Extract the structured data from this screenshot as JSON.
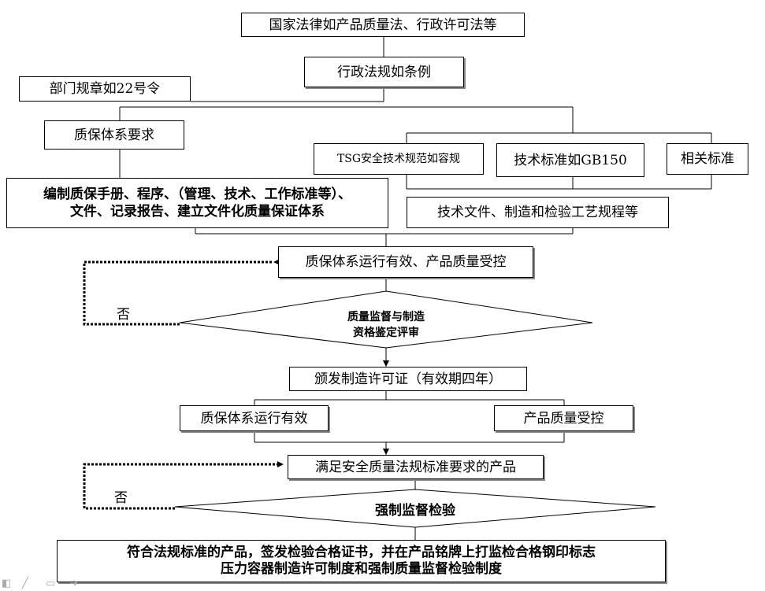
{
  "nodes": {
    "national_law": "国家法律如产品质量法、行政许可法等",
    "admin_regulation": "行政法规如条例",
    "dept_rule": "部门规章如22号令",
    "qa_requirement": "质保体系要求",
    "tsg": "TSG安全技术规范如容规",
    "tech_standard": "技术标准如GB150",
    "related_standard": "相关标准",
    "compile_line1": "编制质保手册、程序、（管理、技术、工作标准等）、",
    "compile_line2": "文件、记录报告、建立文件化质量保证体系",
    "tech_docs": "技术文件、制造和检验工艺规程等",
    "qa_effective_quality": "质保体系运行有效、产品质量受控",
    "decision1_line1": "质量监督与制造",
    "decision1_line2": "资格鉴定评审",
    "issue_license": "颁发制造许可证（有效期四年）",
    "qa_effective": "质保体系运行有效",
    "quality_controlled": "产品质量受控",
    "meets_requirements": "满足安全质量法规标准要求的产品",
    "decision2": "强制监督检验",
    "final_line1": "符合法规标准的产品，签发检验合格证书，并在产品铭牌上打监检合格钢印标志",
    "final_line2": "压力容器制造许可制度和强制质量监督检验制度"
  },
  "labels": {
    "no1": "否",
    "no2": "否"
  },
  "icons": [
    "slide-icon",
    "pen-icon",
    "screen-icon",
    "next-icon"
  ]
}
